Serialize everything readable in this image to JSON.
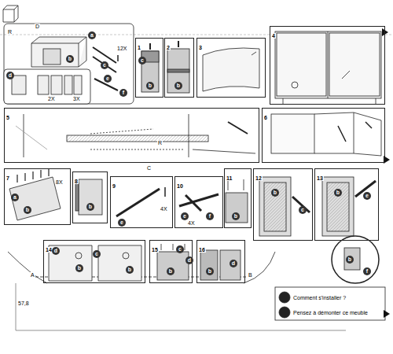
{
  "diagram": {
    "nodes": [
      {
        "text": [
          "1"
        ]
      },
      {
        "text": [
          "2"
        ]
      },
      {
        "text": [
          "3"
        ]
      },
      {
        "text": [
          "4"
        ]
      },
      {
        "text": [
          "5"
        ]
      },
      {
        "text": [
          "6"
        ]
      },
      {
        "text": [
          "7"
        ]
      },
      {
        "text": [
          "8"
        ]
      },
      {
        "text": [
          "9"
        ]
      },
      {
        "text": [
          "10"
        ]
      },
      {
        "text": [
          "11"
        ]
      },
      {
        "text": [
          "12"
        ]
      },
      {
        "text": [
          "13"
        ]
      },
      {
        "text": [
          "14"
        ]
      },
      {
        "text": [
          "15"
        ]
      },
      {
        "text": [
          "16"
        ]
      }
    ],
    "labels": [
      "D",
      "R",
      "a",
      "b",
      "c",
      "e",
      "f",
      "12X",
      "d",
      "2X",
      "3X",
      "c",
      "b",
      "b",
      "R",
      "a",
      "b",
      "8X",
      "b",
      "e",
      "4X",
      "e",
      "f",
      "4X",
      "b",
      "b",
      "c",
      "b",
      "e",
      "b",
      "f",
      "d",
      "b",
      "c",
      "b",
      "b",
      "c",
      "d",
      "b",
      "d",
      "C",
      "A",
      "B",
      "57,8",
      "Comment s'installer ?",
      "Pensez à démonter ce meuble"
    ]
  }
}
